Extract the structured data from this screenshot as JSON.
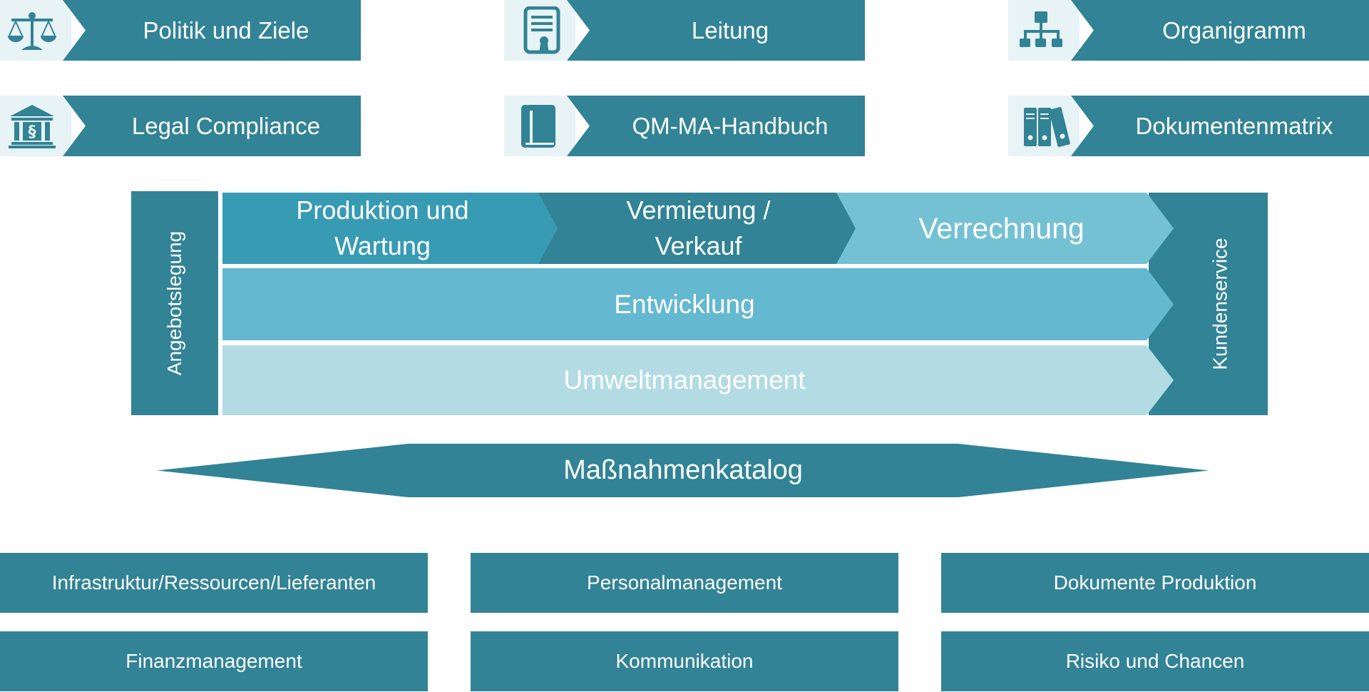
{
  "colors": {
    "primary": "#318395",
    "icon_bg": "#e8f3f6",
    "production": "#389bb4",
    "rental": "#318395",
    "billing": "#74c1d4",
    "development": "#64b8cf",
    "environment": "#b2dbe4"
  },
  "top_tiles": [
    {
      "label": "Politik und Ziele",
      "icon": "scales-icon"
    },
    {
      "label": "Leitung",
      "icon": "certificate-document-icon"
    },
    {
      "label": "Organigramm",
      "icon": "org-chart-icon"
    },
    {
      "label": "Legal Compliance",
      "icon": "courthouse-section-icon"
    },
    {
      "label": "QM-MA-Handbuch",
      "icon": "book-icon"
    },
    {
      "label": "Dokumentenmatrix",
      "icon": "binders-icon"
    }
  ],
  "process": {
    "left": "Angebotslegung",
    "right": "Kundenservice",
    "steps": [
      "Produktion und\nWartung",
      "Vermietung /\nVerkauf",
      "Verrechnung"
    ],
    "development": "Entwicklung",
    "environment": "Umweltmanagement"
  },
  "measures": "Maßnahmenkatalog",
  "bottom_tiles": [
    "Infrastruktur/Ressourcen/Lieferanten",
    "Personalmanagement",
    "Dokumente Produktion",
    "Finanzmanagement",
    "Kommunikation",
    "Risiko und Chancen"
  ]
}
